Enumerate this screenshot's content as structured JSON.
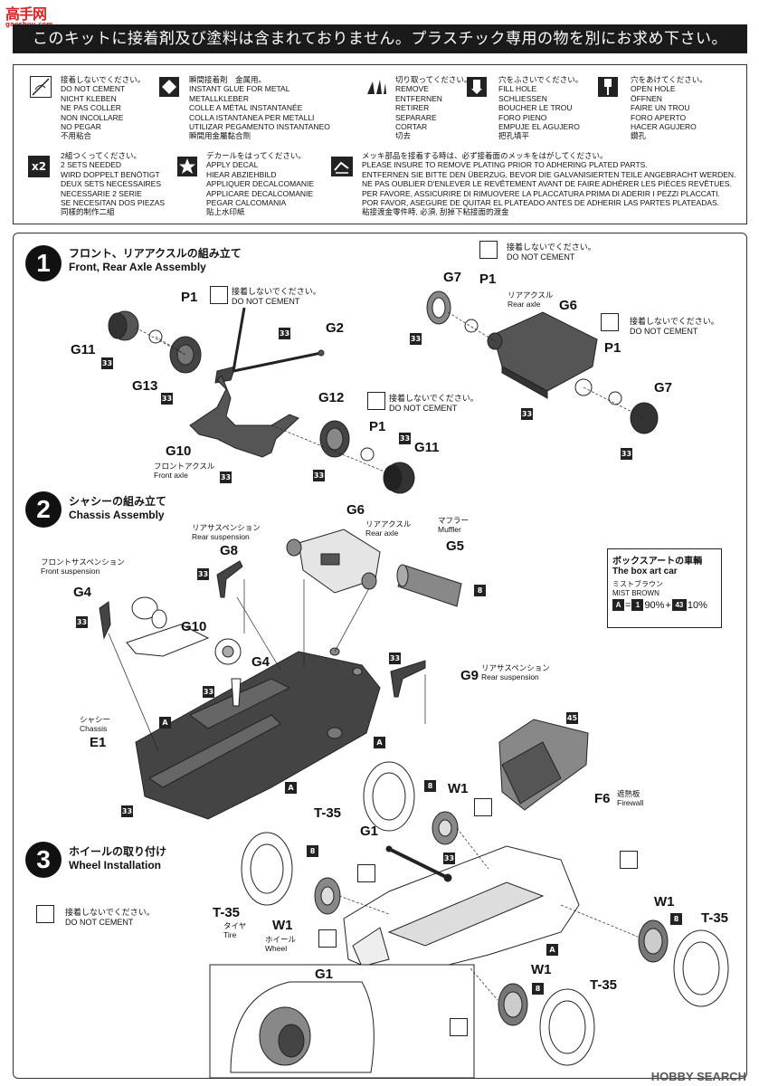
{
  "logo": {
    "main": "高手网",
    "sub": "gaoshou.com"
  },
  "header": {
    "notice": "このキットに接着剤及び塗料は含まれておりません。プラスチック専用の物を別にお求め下さい。"
  },
  "legend": [
    {
      "icon": "no-cement-icon",
      "lines": [
        "接着しないでください。",
        "DO NOT CEMENT",
        "NICHT KLEBEN",
        "NE PAS COLLER",
        "NON INCOLLARE",
        "NO PEGAR",
        "不用粘合"
      ]
    },
    {
      "icon": "instant-glue-icon",
      "lines": [
        "瞬間接着剤　金属用。",
        "INSTANT GLUE FOR METAL",
        "METALLKLEBER",
        "COLLE A MÉTAL INSTANTANÉE",
        "COLLA ISTANTANEA PER METALLI",
        "UTILIZAR PEGAMENTO INSTANTANEO",
        "瞬間用金屬黏合劑"
      ]
    },
    {
      "icon": "cut-icon",
      "lines": [
        "切り取ってください。",
        "REMOVE",
        "ENTFERNEN",
        "RETIRER",
        "SEPARARE",
        "CORTAR",
        "切去"
      ]
    },
    {
      "icon": "fill-hole-icon",
      "lines": [
        "穴をふさいでください。",
        "FILL HOLE",
        "SCHLIESSEN",
        "BOUCHER LE TROU",
        "FORO PIENO",
        "EMPUJE EL AGUJERO",
        "把孔填平"
      ]
    },
    {
      "icon": "open-hole-icon",
      "lines": [
        "穴をあけてください。",
        "OPEN HOLE",
        "ÖFFNEN",
        "FAIRE UN TROU",
        "FORO APERTO",
        "HACER AGUJERO",
        "鑽孔"
      ]
    },
    {
      "icon": "x2-icon",
      "label": "x2",
      "lines": [
        "2組つくってください。",
        "2 SETS NEEDED",
        "WIRD DOPPELT BENÖTIGT",
        "DEUX SETS NECESSAIRES",
        "NECESSARIE 2 SERIE",
        "SE NECESITAN DOS PIEZAS",
        "同樣的制作二組"
      ]
    },
    {
      "icon": "decal-star-icon",
      "lines": [
        "デカールをはってください。",
        "APPLY DECAL",
        "HIEAR ABZIEHBILD",
        "APPLIQUER DECALCOMANIE",
        "APPLICARE DECALCOMANIE",
        "PEGAR CALCOMANIA",
        "貼上水印紙"
      ]
    },
    {
      "icon": "plating-icon",
      "lines": [
        "メッキ部品を接着する時は、必ず接着面のメッキをはがしてください。",
        "PLEASE INSURE TO REMOVE PLATING PRIOR TO ADHERING PLATED PARTS.",
        "ENTFERNEN SIE BITTE DEN ÜBERZUG, BEVOR DIE GALVANISIERTEN TEILE ANGEBRACHT WERDEN.",
        "NE PAS OUBLIER D'ENLEVER LE REVÊTEMENT AVANT DE FAIRE ADHÉRER LES PIÈCES REVÊTUES.",
        "PER FAVORE, ASSICURIRE DI RIMUOVERE LA PLACCATURA PRIMA DI ADERIR I PEZZI PLACCATI.",
        "POR FAVOR, ASEGURE DE QUITAR EL PLATEADO ANTES DE ADHERIR LAS PARTES PLATEADAS.",
        "粘接渡金零件時, 必須, 刮掉下粘接面的渡金"
      ]
    }
  ],
  "steps": [
    {
      "num": "1",
      "title_jp": "フロント、リアアクスルの組み立て",
      "title_en": "Front, Rear Axle Assembly"
    },
    {
      "num": "2",
      "title_jp": "シャシーの組み立て",
      "title_en": "Chassis Assembly"
    },
    {
      "num": "3",
      "title_jp": "ホイールの取り付け",
      "title_en": "Wheel Installation"
    }
  ],
  "dnc": {
    "jp": "接着しないでください。",
    "en": "DO NOT CEMENT"
  },
  "parts": {
    "G11": "G11",
    "G13": "G13",
    "P1": "P1",
    "G2": "G2",
    "G12": "G12",
    "G10": "G10",
    "G7": "G7",
    "G6": "G6",
    "G8": "G8",
    "G5": "G5",
    "G4": "G4",
    "G9": "G9",
    "E1": "E1",
    "W1": "W1",
    "T35": "T-35",
    "G1": "G1",
    "F6": "F6"
  },
  "labels": {
    "front_axle_jp": "フロントアクスル",
    "front_axle_en": "Front axle",
    "rear_axle_jp": "リアアクスル",
    "rear_axle_en": "Rear axle",
    "rear_susp_jp": "リアサスペンション",
    "rear_susp_en": "Rear suspension",
    "front_susp_jp": "フロントサスペンション",
    "front_susp_en": "Front suspension",
    "muffler_jp": "マフラー",
    "muffler_en": "Muffler",
    "chassis_jp": "シャシー",
    "chassis_en": "Chassis",
    "firewall_jp": "遮熱板",
    "firewall_en": "Firewall",
    "tire_jp": "タイヤ",
    "tire_en": "Tire",
    "wheel_jp": "ホイール",
    "wheel_en": "Wheel"
  },
  "color_tags": {
    "c33": "33",
    "c8": "8",
    "c45": "45",
    "A": "A"
  },
  "boxart": {
    "title_jp": "ボックスアートの車輌",
    "title_en": "The box art car",
    "color_jp": "ミストブラウン",
    "color_en": "MIST BROWN",
    "formula_a": "A",
    "formula_eq": "=",
    "c1": "1",
    "p1": "90%",
    "plus": "+",
    "c2": "43",
    "p2": "10%"
  },
  "watermark": "HOBBY SEARCH"
}
